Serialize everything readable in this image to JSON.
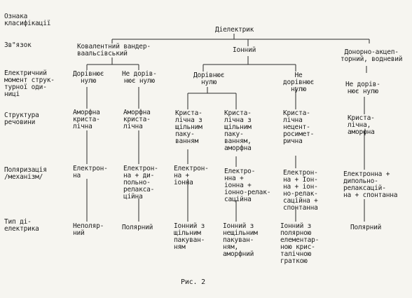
{
  "row_labels": {
    "classification": "Ознака\nкласифікації",
    "bond": "Зв\"язок",
    "moment": "Електричний\nмомент струк-\nтурної оди-\nниці",
    "structure": "Структура\nречовини",
    "polarization": "Поляризація\n/механізм/",
    "type": "Тип ді-\nелектрика"
  },
  "root": "Діелектрик",
  "bonds": {
    "covalent": "Ковалентний вандер-\nваальсівський",
    "ionic": "Іонний",
    "donor": "Донорно-акцеп-\nторний, водневий"
  },
  "moments": {
    "cov_zero": "Дорівнює\nнулю",
    "cov_nonzero": "Не дорів-\nнює нулю",
    "ion_zero": "Дорівнює\nнулю",
    "ion_nonzero": "Не дорівнює нулю",
    "donor_nonzero": "Не дорів-\nнює нулю"
  },
  "structures": {
    "s1": "Аморфна\nкриста-\nлічна",
    "s2": "Аморфна\nкриста-\nлічна",
    "s3": "Криста-\nлічна з\nщільним\nпаку-\nванням",
    "s4": "Криста-\nлічна з\nщільним\nпаку-\nванням,\nаморфна",
    "s5": "Криста-\nлічна\nнецент-\nросимет-\nрична",
    "s6": "Криста-\nлічна,\nаморфна"
  },
  "polarizations": {
    "p1": "Електрон-\nна",
    "p2": "Електрон-\nна + ди-\nпольно-\nрелакса-\nційна",
    "p3": "Електрон-\nна +\nіонна",
    "p4": "Електро-\nнна +\nіонна +\nіонно-релак-\nсаційна",
    "p5": "Електрон-\nна + Іон-\nна + іон-\nно-релак-\nсаційна +\nспонтанна",
    "p6": "Електронна +\nдипольно-\nрелаксацій-\nна + спонтанна"
  },
  "types": {
    "t1": "Неполяр-\nний",
    "t2": "Полярний",
    "t3": "Іонний з\nщільним\nпакуван-\nням",
    "t4": "Іонний з\nнещільним\nпакуван-\nням,\nаморфний",
    "t5": "Іонний з\nполярною\nелементар-\nною крис-\nталічною\nграткою",
    "t6": "Полярний"
  },
  "caption": "Рис. 2"
}
